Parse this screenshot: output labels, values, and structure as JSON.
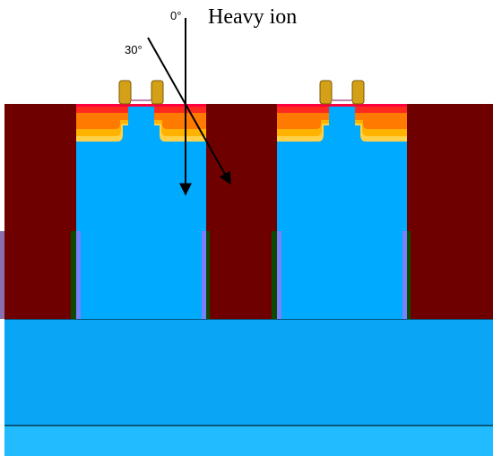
{
  "labels": {
    "heavy_ion": "Heavy ion",
    "angle_normal": "0°",
    "angle_tilted": "30°"
  },
  "colors": {
    "background": "#ffffff",
    "isolation_oxide": "#6f0000",
    "silicon": "#00aaff",
    "silicon_deep": "#22bbff",
    "gate_metal": "#d4a017",
    "doping_red": "#ff1e1e",
    "doping_orange": "#ff7a00",
    "doping_amber": "#ffb300",
    "doping_yellow": "#ffd24a",
    "spacer_violet": "#8080ff",
    "liner_green": "#0b4a00",
    "ion_arrow": "#000000"
  },
  "legend_note": ""
}
